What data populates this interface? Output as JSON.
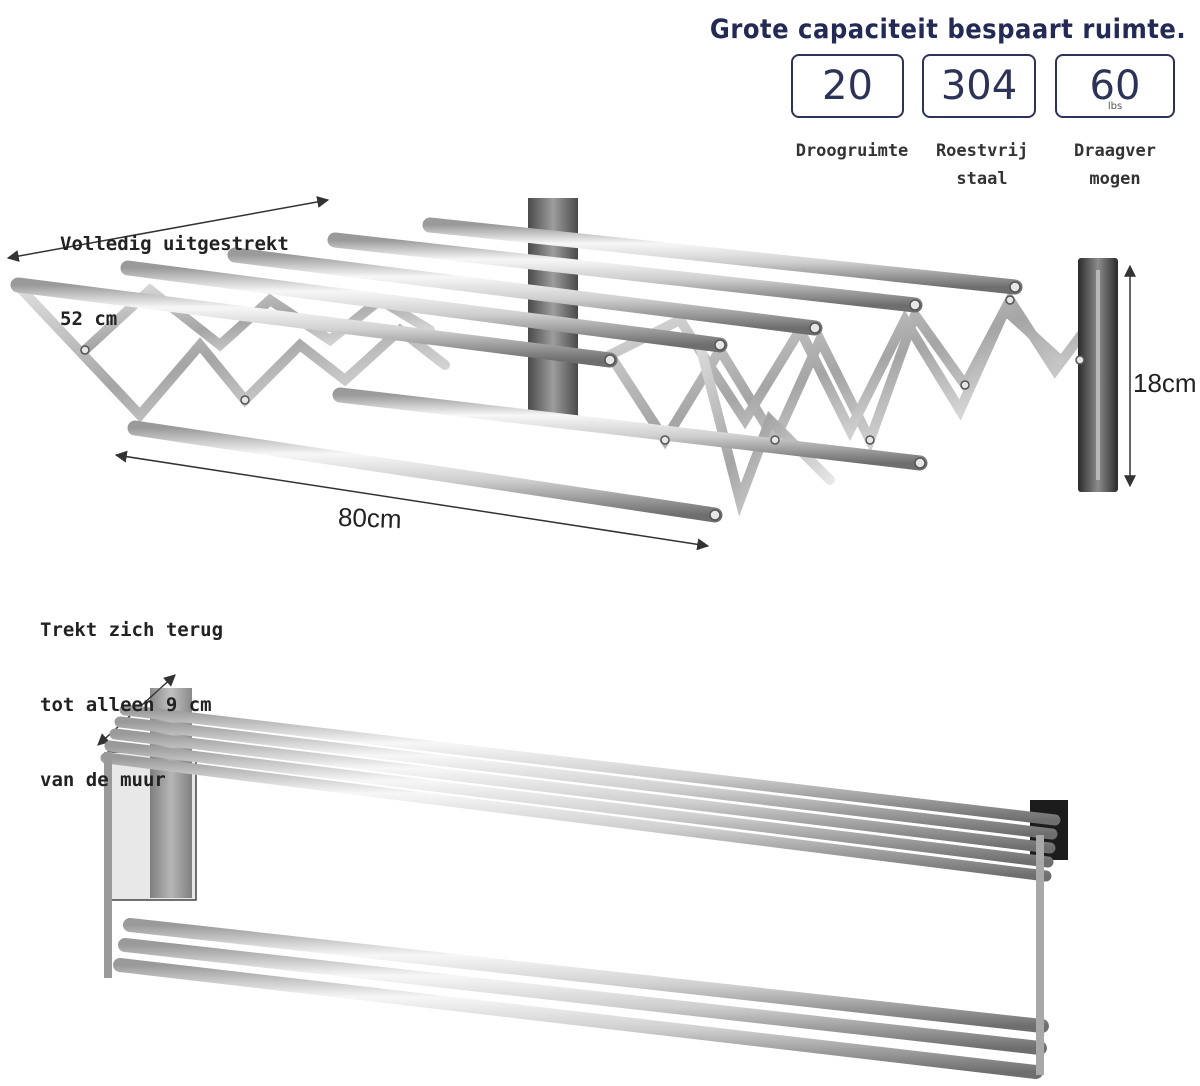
{
  "heading": "Grote capaciteit bespaart ruimte.",
  "specs": [
    {
      "value": "20",
      "unit": "",
      "label_line1": "Droogruimte",
      "label_line2": ""
    },
    {
      "value": "304",
      "unit": "",
      "label_line1": "Roestvrij",
      "label_line2": "staal"
    },
    {
      "value": "60",
      "unit": "lbs",
      "label_line1": "Draagver",
      "label_line2": "mogen"
    }
  ],
  "extended": {
    "note_line1": "Volledig uitgestrekt",
    "note_line2": "52 cm",
    "width_label": "80cm",
    "height_label": "18cm"
  },
  "retracted": {
    "note_line1": "Trekt zich terug",
    "note_line2": "tot alleen 9 cm",
    "note_line3": "van de muur"
  },
  "colors": {
    "heading": "#232a55",
    "box_border": "#2d3257",
    "steel_light": "#f2f2f2",
    "steel_dark": "#8a8a8a"
  }
}
